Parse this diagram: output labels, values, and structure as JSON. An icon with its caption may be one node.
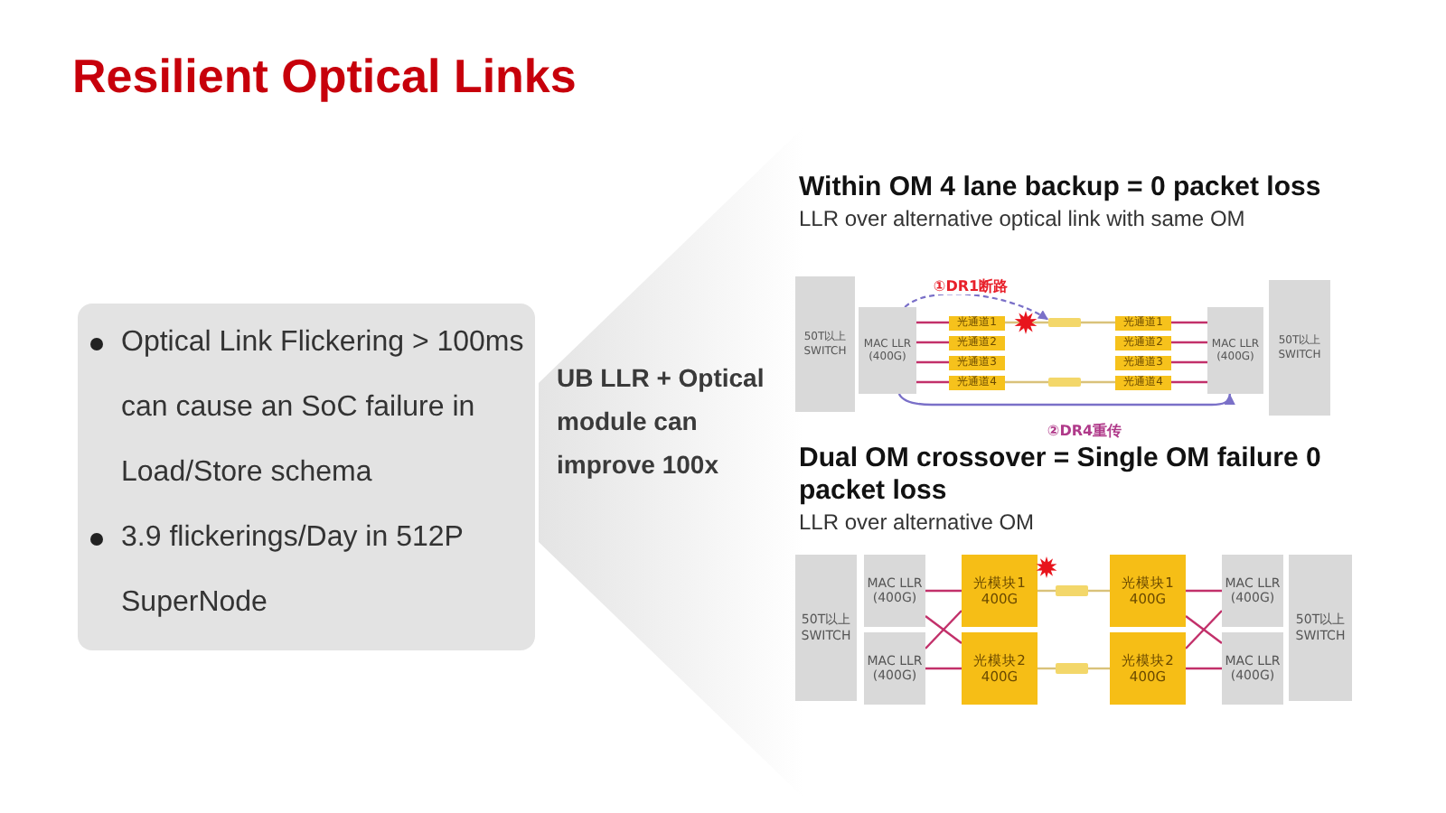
{
  "diagram": {
    "title": "Resilient Optical Links",
    "nodes": [
      {
        "text": [
          "Optical Link Flickering > 100ms can cause an SoC failure in Load/Store schema",
          "3.9 flickerings/Day in 512P SuperNode"
        ]
      },
      {
        "text": [
          "50T以上 SWITCH"
        ]
      },
      {
        "text": [
          "MAC LLR (400G)"
        ]
      },
      {
        "text": [
          "光通道1"
        ]
      },
      {
        "text": [
          "光通道2"
        ]
      },
      {
        "text": [
          "光通道3"
        ]
      },
      {
        "text": [
          "光通道4"
        ]
      },
      {
        "text": [],
        "shape": "bar"
      },
      {
        "text": [],
        "shape": "bar"
      },
      {
        "text": [
          "光通道1"
        ]
      },
      {
        "text": [
          "光通道2"
        ]
      },
      {
        "text": [
          "光通道3"
        ]
      },
      {
        "text": [
          "光通道4"
        ]
      },
      {
        "text": [
          "MAC LLR (400G)"
        ]
      },
      {
        "text": [
          "50T以上 SWITCH"
        ]
      },
      {
        "text": [
          "50T以上 SWITCH"
        ]
      },
      {
        "text": [
          "MAC LLR (400G)"
        ]
      },
      {
        "text": [
          "MAC LLR (400G)"
        ]
      },
      {
        "text": [
          "光模块1 400G"
        ]
      },
      {
        "text": [
          "光模块2 400G"
        ]
      },
      {
        "text": [],
        "shape": "bar"
      },
      {
        "text": [],
        "shape": "bar"
      },
      {
        "text": [
          "光模块1 400G"
        ]
      },
      {
        "text": [
          "光模块2 400G"
        ]
      },
      {
        "text": [
          "MAC LLR (400G)"
        ]
      },
      {
        "text": [
          "MAC LLR (400G)"
        ]
      },
      {
        "text": [
          "50T以上 SWITCH"
        ]
      }
    ],
    "edges": [
      {
        "from": 2,
        "to": 3,
        "arrow": "none"
      },
      {
        "from": 2,
        "to": 4,
        "arrow": "none"
      },
      {
        "from": 2,
        "to": 5,
        "arrow": "none"
      },
      {
        "from": 2,
        "to": 6,
        "arrow": "none"
      },
      {
        "from": 3,
        "to": 7,
        "arrow": "none",
        "color": "#d9c27a"
      },
      {
        "from": 7,
        "to": 9,
        "arrow": "none",
        "color": "#d9c27a"
      },
      {
        "from": 6,
        "to": 8,
        "arrow": "none",
        "color": "#d9c27a"
      },
      {
        "from": 8,
        "to": 12,
        "arrow": "none",
        "color": "#d9c27a"
      },
      {
        "from": 9,
        "to": 13,
        "arrow": "none"
      },
      {
        "from": 10,
        "to": 13,
        "arrow": "none"
      },
      {
        "from": 11,
        "to": 13,
        "arrow": "none"
      },
      {
        "from": 12,
        "to": 13,
        "arrow": "none"
      },
      {
        "from": 2,
        "to": 7,
        "arrow": "to",
        "label": "①DR1断路",
        "style": "dashed",
        "color": "#7a70c8"
      },
      {
        "from": 2,
        "to": 13,
        "arrow": "to",
        "label": "②DR4重传",
        "color": "#7a70c8"
      },
      {
        "from": 16,
        "to": 18,
        "arrow": "none"
      },
      {
        "from": 16,
        "to": 19,
        "arrow": "none"
      },
      {
        "from": 17,
        "to": 18,
        "arrow": "none"
      },
      {
        "from": 17,
        "to": 19,
        "arrow": "none"
      },
      {
        "from": 18,
        "to": 20,
        "arrow": "none",
        "color": "#d9c27a"
      },
      {
        "from": 20,
        "to": 22,
        "arrow": "none",
        "color": "#d9c27a"
      },
      {
        "from": 19,
        "to": 21,
        "arrow": "none",
        "color": "#d9c27a"
      },
      {
        "from": 21,
        "to": 23,
        "arrow": "none",
        "color": "#d9c27a"
      },
      {
        "from": 22,
        "to": 24,
        "arrow": "none"
      },
      {
        "from": 22,
        "to": 25,
        "arrow": "none"
      },
      {
        "from": 23,
        "to": 24,
        "arrow": "none"
      },
      {
        "from": 23,
        "to": 25,
        "arrow": "none"
      }
    ],
    "labels": [
      "UB LLR + Optical module can improve 100x",
      "Within OM 4 lane backup = 0 packet loss",
      "LLR over alternative optical link with same OM",
      "Dual OM crossover = Single OM failure 0 packet loss",
      "LLR over alternative OM"
    ]
  }
}
